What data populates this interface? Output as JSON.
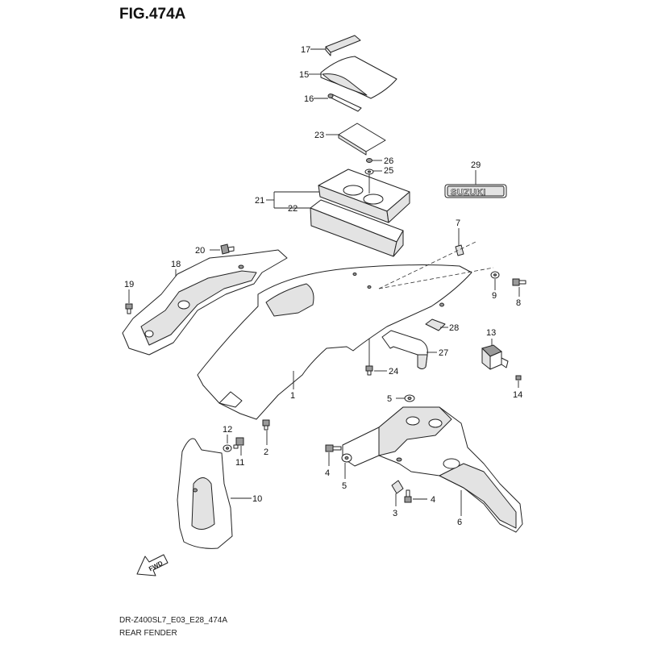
{
  "figure": {
    "title": "FIG.474A",
    "model_code": "DR-Z400SL7_E03_E28_474A",
    "section_name": "REAR FENDER",
    "fine_print": "",
    "fine_print_2": ""
  },
  "callouts": {
    "p1": "1",
    "p2": "2",
    "p3": "3",
    "p4a": "4",
    "p4b": "4",
    "p5a": "5",
    "p5b": "5",
    "p6": "6",
    "p7": "7",
    "p8": "8",
    "p9": "9",
    "p10": "10",
    "p11": "11",
    "p12": "12",
    "p13": "13",
    "p14": "14",
    "p15": "15",
    "p16": "16",
    "p17": "17",
    "p18": "18",
    "p19": "19",
    "p20": "20",
    "p21": "21",
    "p22": "22",
    "p23": "23",
    "p24": "24",
    "p25": "25",
    "p26": "26",
    "p27": "27",
    "p28": "28",
    "p29": "29"
  },
  "emblem": {
    "text": "SUZUKI"
  },
  "direction": {
    "label": "FWD"
  }
}
